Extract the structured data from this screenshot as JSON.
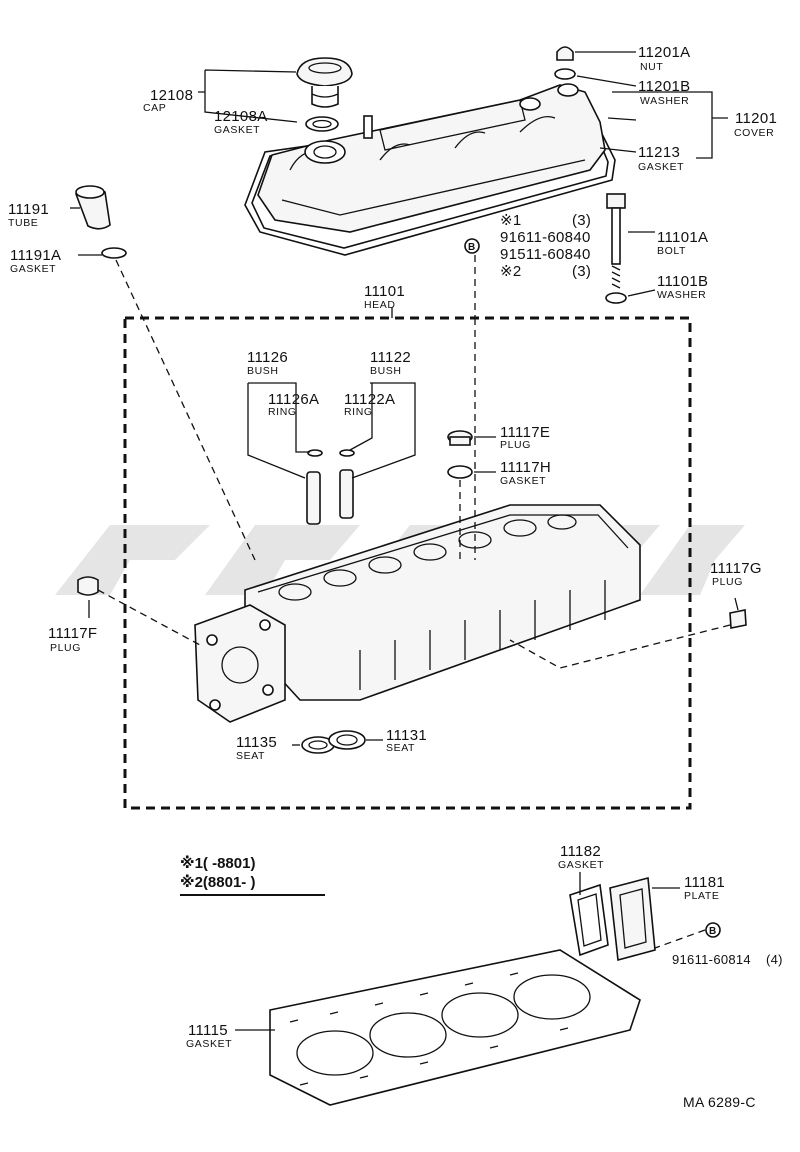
{
  "diagram": {
    "footer_code": "MA  6289-C",
    "notes": {
      "note1": "※1(     -8801)",
      "note2": "※2(8801-     )"
    },
    "labels": {
      "p11201A": {
        "num": "11201A",
        "name": "NUT"
      },
      "p11201B": {
        "num": "11201B",
        "name": "WASHER"
      },
      "p11201": {
        "num": "11201",
        "name": "COVER"
      },
      "p11213": {
        "num": "11213",
        "name": "GASKET"
      },
      "p12108": {
        "num": "12108",
        "name": "CAP"
      },
      "p12108A": {
        "num": "12108A",
        "name": "GASKET"
      },
      "p11191": {
        "num": "11191",
        "name": "TUBE"
      },
      "p11191A": {
        "num": "11191A",
        "name": "GASKET"
      },
      "bolt_spec": {
        "line1": "※1",
        "qty1": "(3)",
        "line2": "91611-60840",
        "line3": "91511-60840",
        "line4": "※2",
        "qty2": "(3)",
        "mark": "B"
      },
      "p11101A": {
        "num": "11101A",
        "name": "BOLT"
      },
      "p11101B": {
        "num": "11101B",
        "name": "WASHER"
      },
      "p11101": {
        "num": "11101",
        "name": "HEAD"
      },
      "p11126": {
        "num": "11126",
        "name": "BUSH"
      },
      "p11122": {
        "num": "11122",
        "name": "BUSH"
      },
      "p11126A": {
        "num": "11126A",
        "name": "RING"
      },
      "p11122A": {
        "num": "11122A",
        "name": "RING"
      },
      "p11117E": {
        "num": "11117E",
        "name": "PLUG"
      },
      "p11117H": {
        "num": "11117H",
        "name": "GASKET"
      },
      "p11117G": {
        "num": "11117G",
        "name": "PLUG"
      },
      "p11117F": {
        "num": "11117F",
        "name": "PLUG"
      },
      "p11135": {
        "num": "11135",
        "name": "SEAT"
      },
      "p11131": {
        "num": "11131",
        "name": "SEAT"
      },
      "p11182": {
        "num": "11182",
        "name": "GASKET"
      },
      "p11181": {
        "num": "11181",
        "name": "PLATE"
      },
      "p91611_60814": {
        "num": "91611-60814",
        "qty": "(4)",
        "mark": "B"
      },
      "p11115": {
        "num": "11115",
        "name": "GASKET"
      }
    }
  }
}
